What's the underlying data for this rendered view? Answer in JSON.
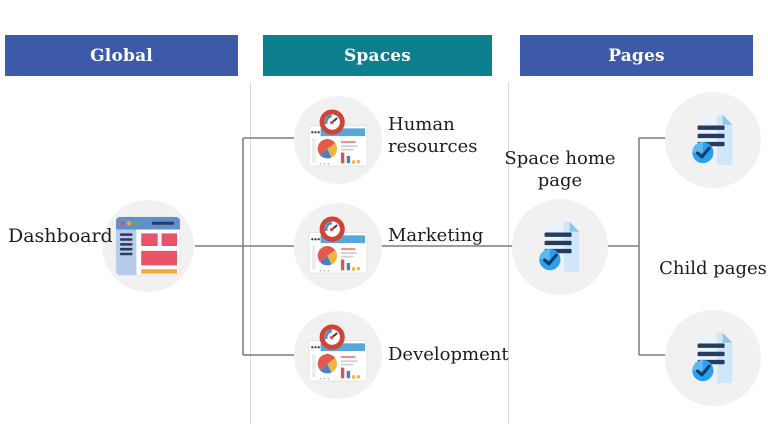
{
  "diagram": {
    "headers": [
      {
        "id": "global",
        "label": "Global",
        "color": "#3c5aa8"
      },
      {
        "id": "spaces",
        "label": "Spaces",
        "color": "#0d7f8e"
      },
      {
        "id": "pages",
        "label": "Pages",
        "color": "#3c5aa8"
      }
    ],
    "nodes": {
      "dashboard": {
        "label": "Dashboard",
        "icon": "browser-dashboard-icon"
      },
      "space_items": [
        {
          "label": "Human resources",
          "icon": "analytics-dashboard-icon"
        },
        {
          "label": "Marketing",
          "icon": "analytics-dashboard-icon"
        },
        {
          "label": "Development",
          "icon": "analytics-dashboard-icon"
        }
      ],
      "space_home": {
        "label": "Space home page",
        "icon": "document-check-icon"
      },
      "child_pages": {
        "label": "Child pages",
        "icon": "document-check-icon"
      }
    },
    "colors": {
      "header_blue": "#3c5aa8",
      "header_teal": "#0d7f8e",
      "connector": "#7b7b7b",
      "column_divider": "#d9d9d9",
      "node_circle_bg": "#f1f1f2",
      "label_text": "#1c1c1c"
    }
  }
}
